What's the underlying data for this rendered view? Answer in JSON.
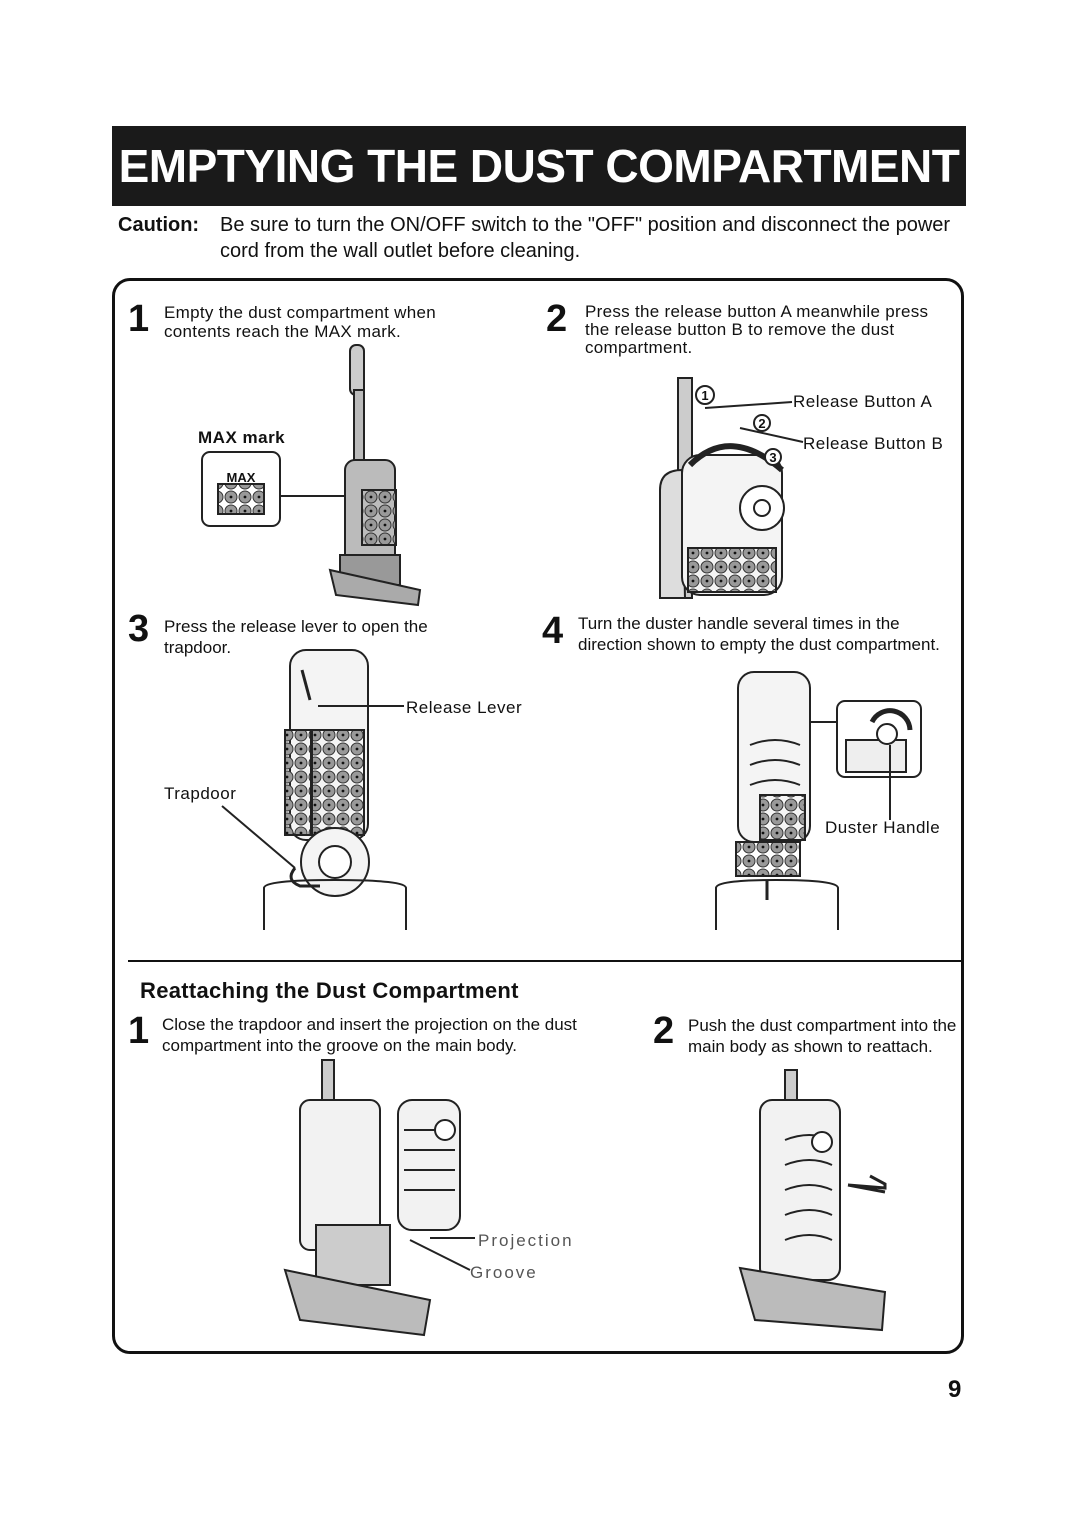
{
  "header": {
    "title": "EMPTYING THE DUST COMPARTMENT"
  },
  "caution": {
    "label": "Caution:",
    "text": "Be sure to turn the ON/OFF switch to the \"OFF\" position and disconnect the power cord from the wall outlet before cleaning."
  },
  "steps": [
    {
      "number": "1",
      "text": "Empty  the dust compartment when contents reach the MAX mark."
    },
    {
      "number": "2",
      "text": "Press the release button A meanwhile press the release  button B to remove the dust compartment."
    },
    {
      "number": "3",
      "text": "Press the release lever to open the trapdoor."
    },
    {
      "number": "4",
      "text": "Turn the duster handle several times in the direction shown to empty the dust compartment."
    }
  ],
  "labels": {
    "max_mark": "MAX mark",
    "max_icon_text": "MAX",
    "release_button_a": "Release Button A",
    "release_button_b": "Release Button B",
    "callout_1": "1",
    "callout_2": "2",
    "callout_3": "3",
    "release_lever": "Release Lever",
    "trapdoor": "Trapdoor",
    "duster_handle": "Duster Handle",
    "projection": "Projection",
    "groove": "Groove"
  },
  "reattach": {
    "heading": "Reattaching the Dust Compartment",
    "steps": [
      {
        "number": "1",
        "text": "Close the trapdoor and insert the projection on the dust compartment into the groove on the main body."
      },
      {
        "number": "2",
        "text": "Push the dust compartment into the main body as shown to reattach."
      }
    ]
  },
  "page": {
    "number": "9"
  }
}
